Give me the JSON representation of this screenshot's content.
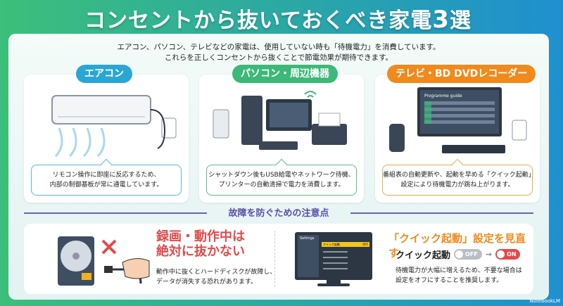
{
  "title": {
    "main": "コンセントから抜いておくべき家電",
    "number": "3",
    "suffix": "選"
  },
  "intro": [
    "エアコン、パソコン、テレビなどの家電は、使用していない時も「待機電力」を消費しています。",
    "これらを正しくコンセントから抜くことで節電効果が期待できます。"
  ],
  "cards": [
    {
      "label": "エアコン",
      "color": "#2aa6d6",
      "caption": [
        "リモコン操作に即座に反応するため、",
        "内部の制御基板が常に通電しています。"
      ]
    },
    {
      "label": "パソコン・周辺機器",
      "color": "#3cb878",
      "caption": [
        "シャットダウン後もUSB給電やネットワーク待機、",
        "プリンターの自動清掃で電力を消費します。"
      ]
    },
    {
      "label": "テレビ・BD DVDレコーダー",
      "color": "#f08a1c",
      "caption": [
        "番組表の自動更新や、起動を早める「クイック起動」",
        "設定により待機電力が跳ね上がります。"
      ]
    }
  ],
  "tv_screen": {
    "title": "Programme guide"
  },
  "caution": {
    "heading": "故障を防ぐための注意点",
    "left": {
      "title": [
        "録画・動作中は",
        "絶対に抜かない"
      ],
      "text": [
        "動作中に抜くとハードディスクが故障し、",
        "データが消失する恐れがあります。"
      ]
    },
    "settings_screen": {
      "title": "Settings",
      "item": "クイック起動",
      "item_value": "OFF"
    },
    "right": {
      "title": "「クイック起動」設定を見直す",
      "toggle_label": "クイック起動",
      "off": "OFF",
      "arrow": "→",
      "on": "ON",
      "text": [
        "待機電力が大幅に増えるため、不要な場合は",
        "設定をオフにすることを推奨します。"
      ]
    }
  },
  "credit": "NotebookLM"
}
